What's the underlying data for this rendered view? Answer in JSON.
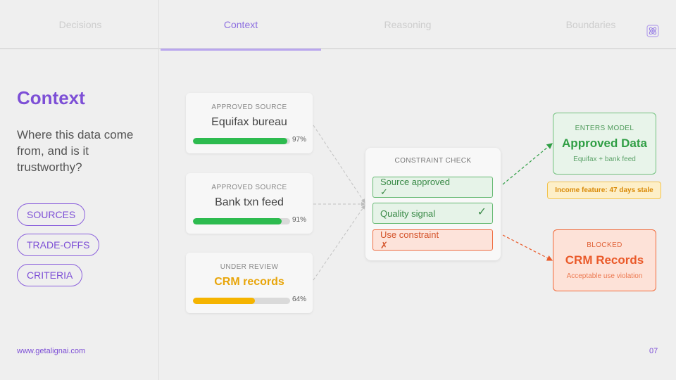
{
  "nav": {
    "tabs": [
      {
        "label": "Decisions",
        "active": false
      },
      {
        "label": "Context",
        "active": true
      },
      {
        "label": "Reasoning",
        "active": false
      },
      {
        "label": "Boundaries",
        "active": false
      }
    ],
    "logo_icon": "atom-icon"
  },
  "sidebar": {
    "title": "Context",
    "question": "Where this data come from, and is it trustworthy?",
    "pills": [
      "SOURCES",
      "TRADE-OFFS",
      "CRITERIA"
    ]
  },
  "sources": [
    {
      "kicker": "APPROVED SOURCE",
      "name": "Equifax bureau",
      "percent_label": "97%",
      "score": 0.97,
      "color": "#2dbb4f"
    },
    {
      "kicker": "APPROVED SOURCE",
      "name": "Bank txn feed",
      "percent_label": "91%",
      "score": 0.91,
      "color": "#2dbb4f"
    },
    {
      "kicker": "UNDER REVIEW",
      "name": "CRM records",
      "percent_label": "64%",
      "score": 0.64,
      "color": "#f5b400"
    }
  ],
  "constraint_check": {
    "title": "CONSTRAINT CHECK",
    "rows": [
      {
        "label": "Source approved",
        "mark": "✓",
        "status": "ok"
      },
      {
        "label": "Quality signal",
        "mark": "✓",
        "status": "ok"
      },
      {
        "label": "Use constraint",
        "mark": "✗",
        "status": "bad"
      }
    ]
  },
  "outputs": {
    "approved": {
      "kicker": "ENTERS MODEL",
      "title": "Approved Data",
      "sub": "Equifax + bank feed"
    },
    "blocked": {
      "kicker": "BLOCKED",
      "title": "CRM Records",
      "sub": "Acceptable use violation"
    }
  },
  "badge": "Income feature: 47 days stale",
  "footer": {
    "url": "www.getalignai.com",
    "page": "07"
  },
  "colors": {
    "accent": "#7d4fd6",
    "ok": "#2dbb4f",
    "warn": "#f5b400",
    "bad": "#ef6a3e"
  }
}
